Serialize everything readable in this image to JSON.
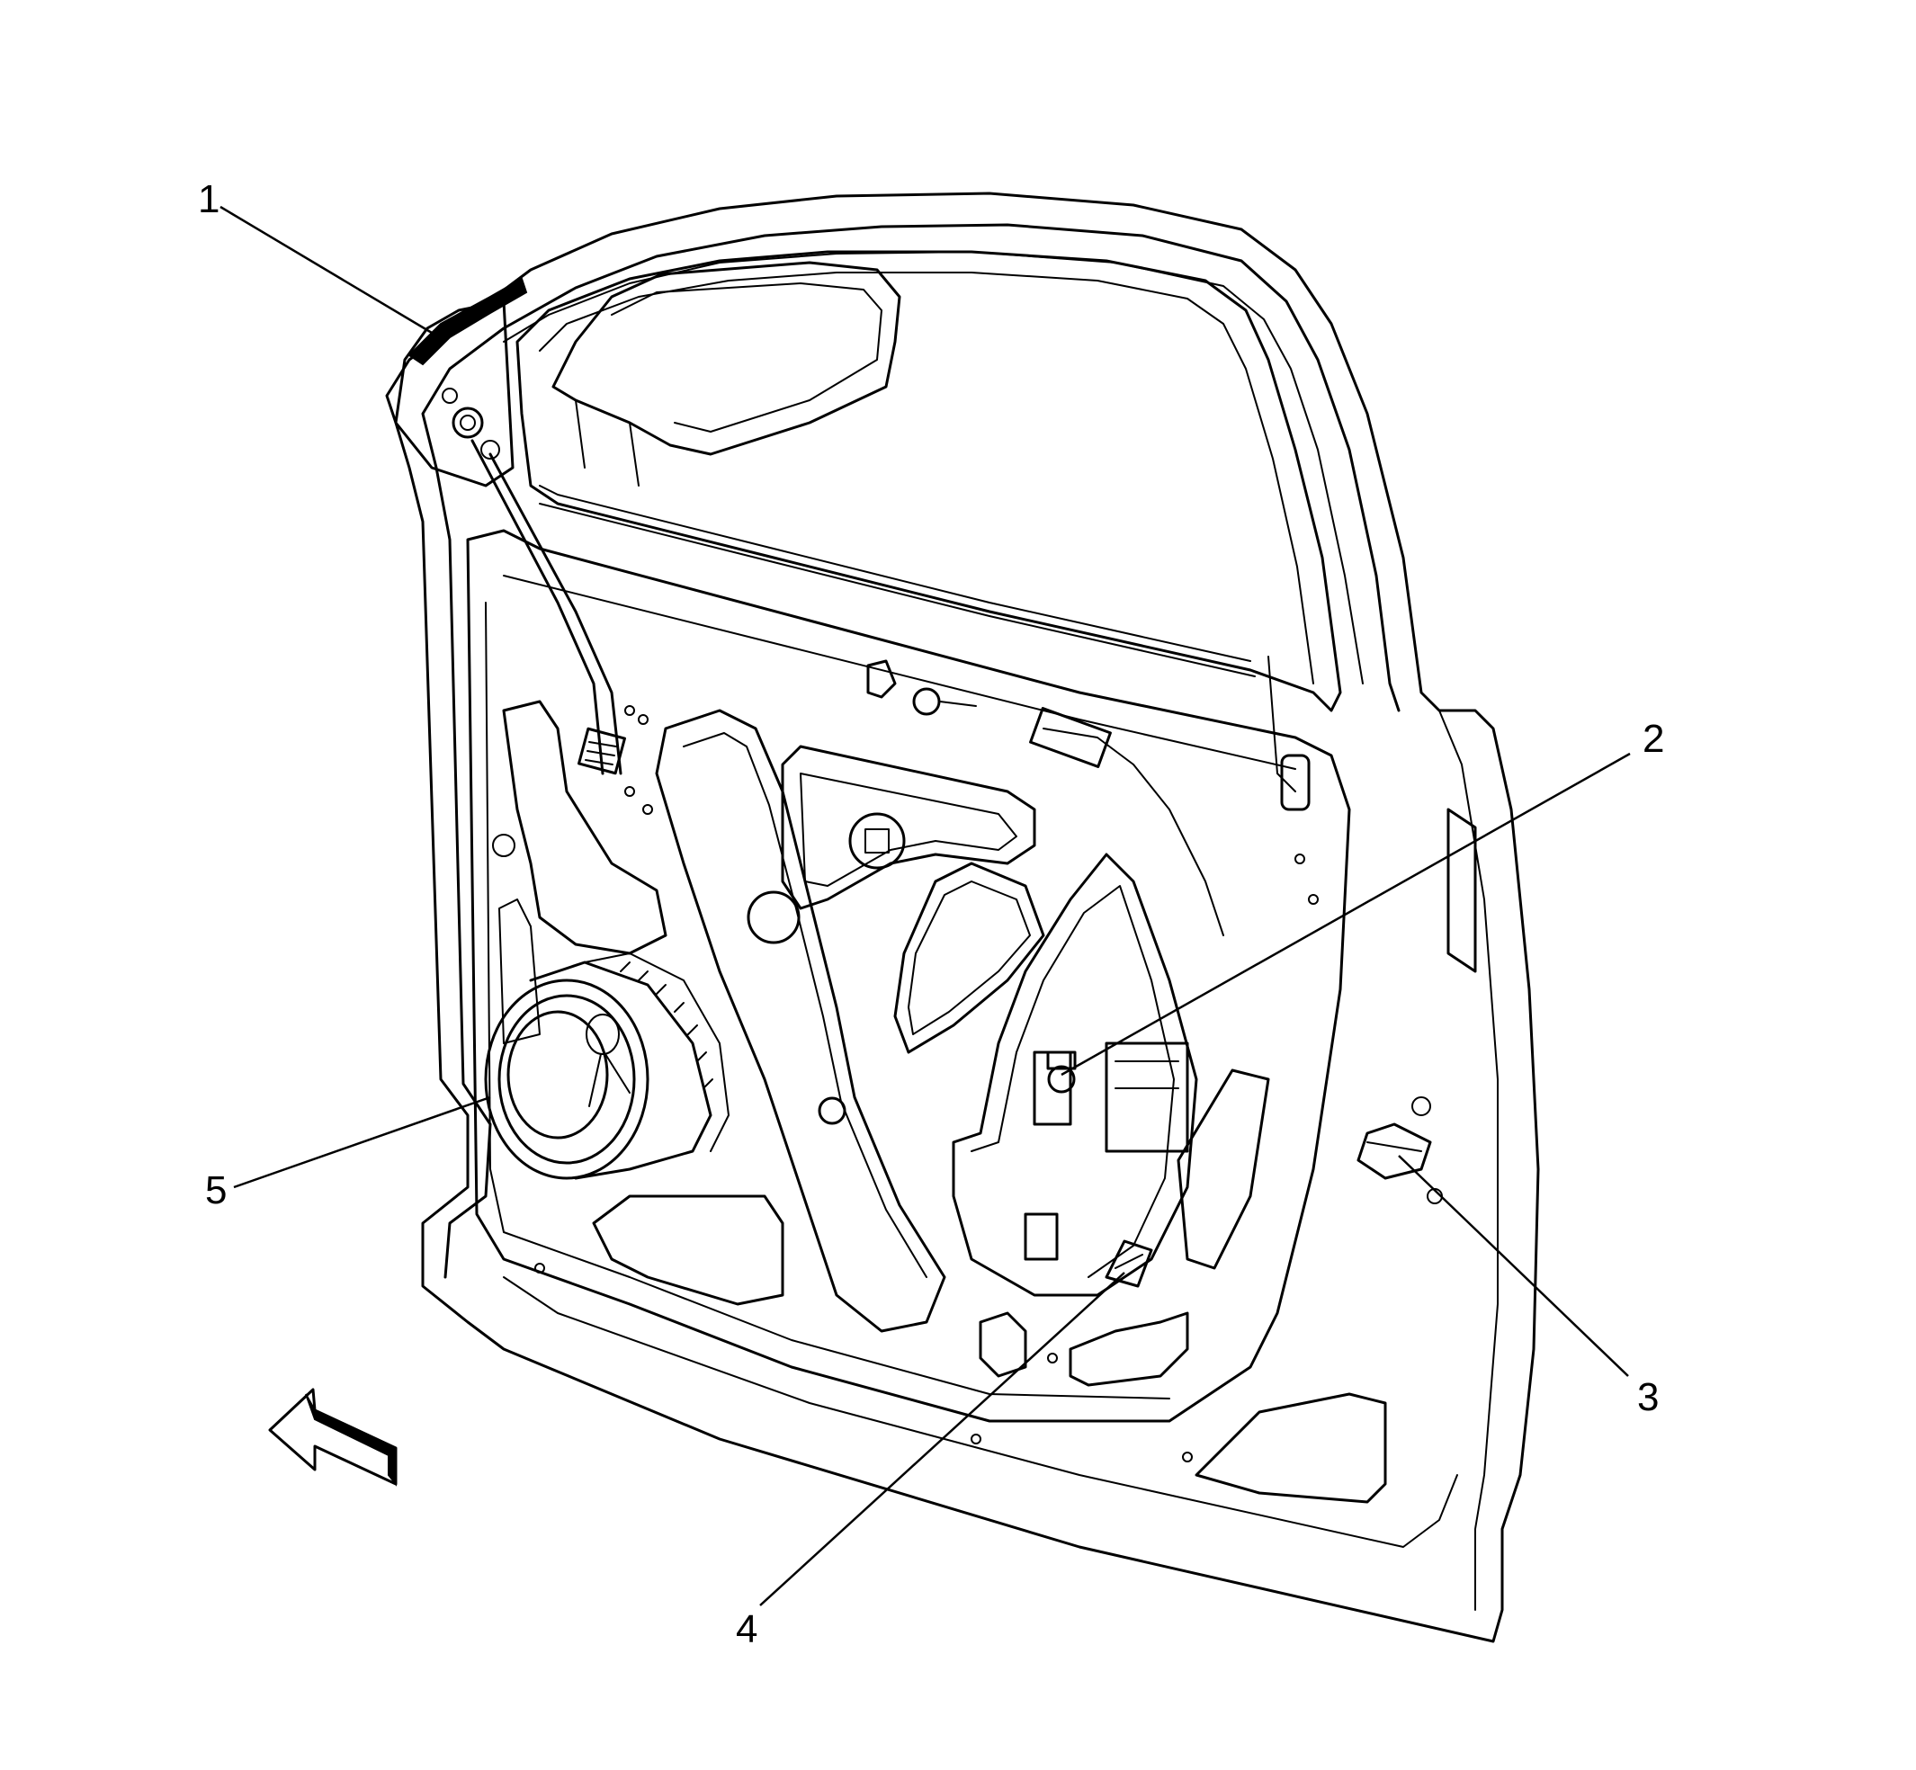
{
  "diagram": {
    "callouts": [
      {
        "id": "1",
        "label": "1"
      },
      {
        "id": "2",
        "label": "2"
      },
      {
        "id": "3",
        "label": "3"
      },
      {
        "id": "4",
        "label": "4"
      },
      {
        "id": "5",
        "label": "5"
      }
    ],
    "icons": {
      "direction_arrow": "front-direction-arrow-icon"
    },
    "colors": {
      "line": "#000000",
      "background": "#ffffff"
    }
  }
}
